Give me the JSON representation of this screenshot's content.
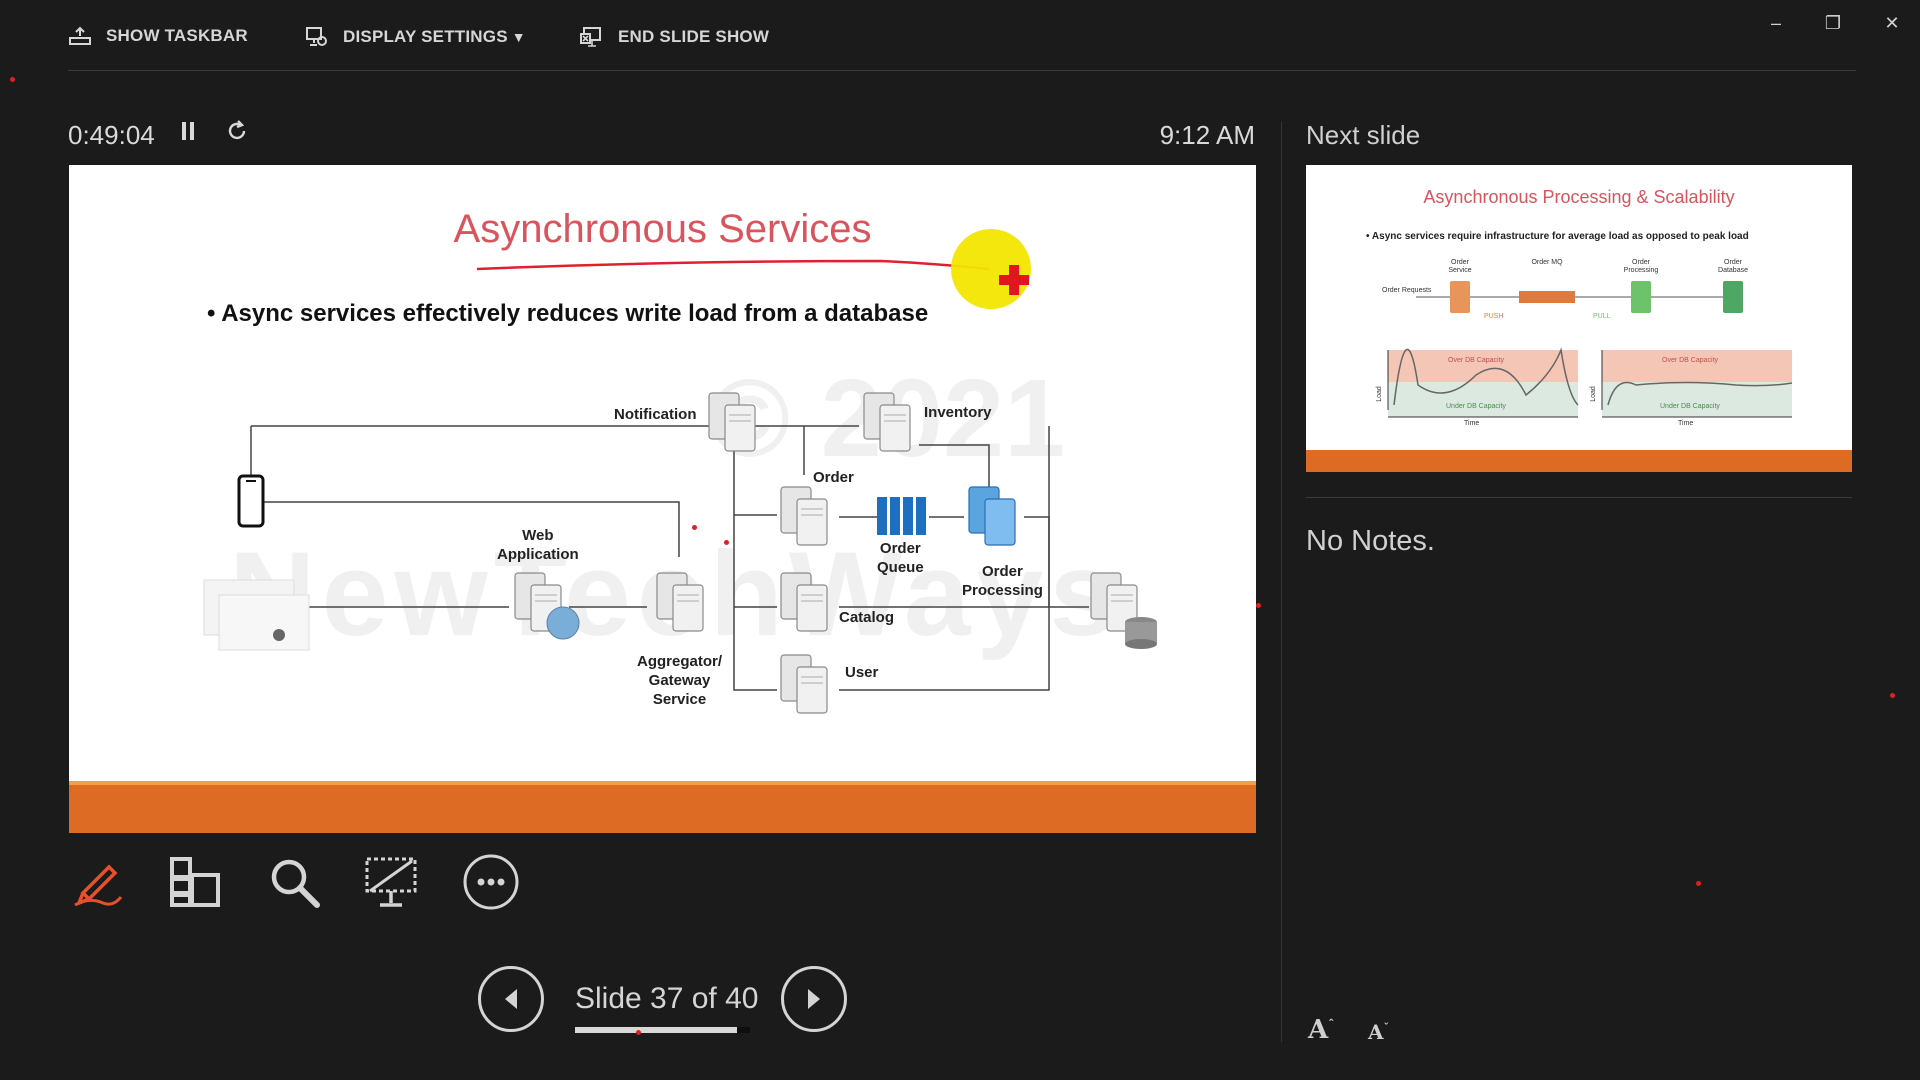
{
  "toolbar": {
    "show_taskbar": "SHOW TASKBAR",
    "display_settings": "DISPLAY SETTINGS",
    "display_settings_arrow": "▼",
    "end_slide_show": "END SLIDE SHOW"
  },
  "window_controls": {
    "minimize": "–",
    "restore": "❐",
    "close": "✕"
  },
  "timer": {
    "elapsed": "0:49:04",
    "clock": "9:12 AM"
  },
  "current_slide": {
    "title": "Asynchronous Services",
    "bullet": "Async services effectively reduces write load from a database",
    "watermark_1": "© 2021",
    "watermark_2": "NewTechWays",
    "labels": {
      "notification": "Notification",
      "inventory": "Inventory",
      "order": "Order",
      "web_application_1": "Web",
      "web_application_2": "Application",
      "order_queue_1": "Order",
      "order_queue_2": "Queue",
      "order_processing_1": "Order",
      "order_processing_2": "Processing",
      "catalog": "Catalog",
      "aggregator_1": "Aggregator/",
      "aggregator_2": "Gateway",
      "aggregator_3": "Service",
      "user": "User"
    }
  },
  "next_slide": {
    "heading": "Next slide",
    "title": "Asynchronous Processing & Scalability",
    "bullet": "Async services require infrastructure for average load as opposed to peak load",
    "labels": {
      "order_requests": "Order Requests",
      "order_service": "Order Service",
      "order_mq": "Order MQ",
      "order_processing": "Order Processing",
      "order_database": "Order Database",
      "push": "PUSH",
      "pull": "PULL",
      "over_capacity": "Over DB Capacity",
      "under_capacity": "Under DB Capacity",
      "time": "Time",
      "load": "Load"
    }
  },
  "notes": {
    "text": "No Notes."
  },
  "navigation": {
    "counter": "Slide 37 of 40",
    "current": 37,
    "total": 40,
    "progress": 0.925
  },
  "font_controls": {
    "increase": "A",
    "decrease": "A"
  },
  "colors": {
    "accent": "#dd6b23",
    "slide_title": "#d9545c",
    "background": "#1b1b1b",
    "pen": "#e8502a"
  }
}
